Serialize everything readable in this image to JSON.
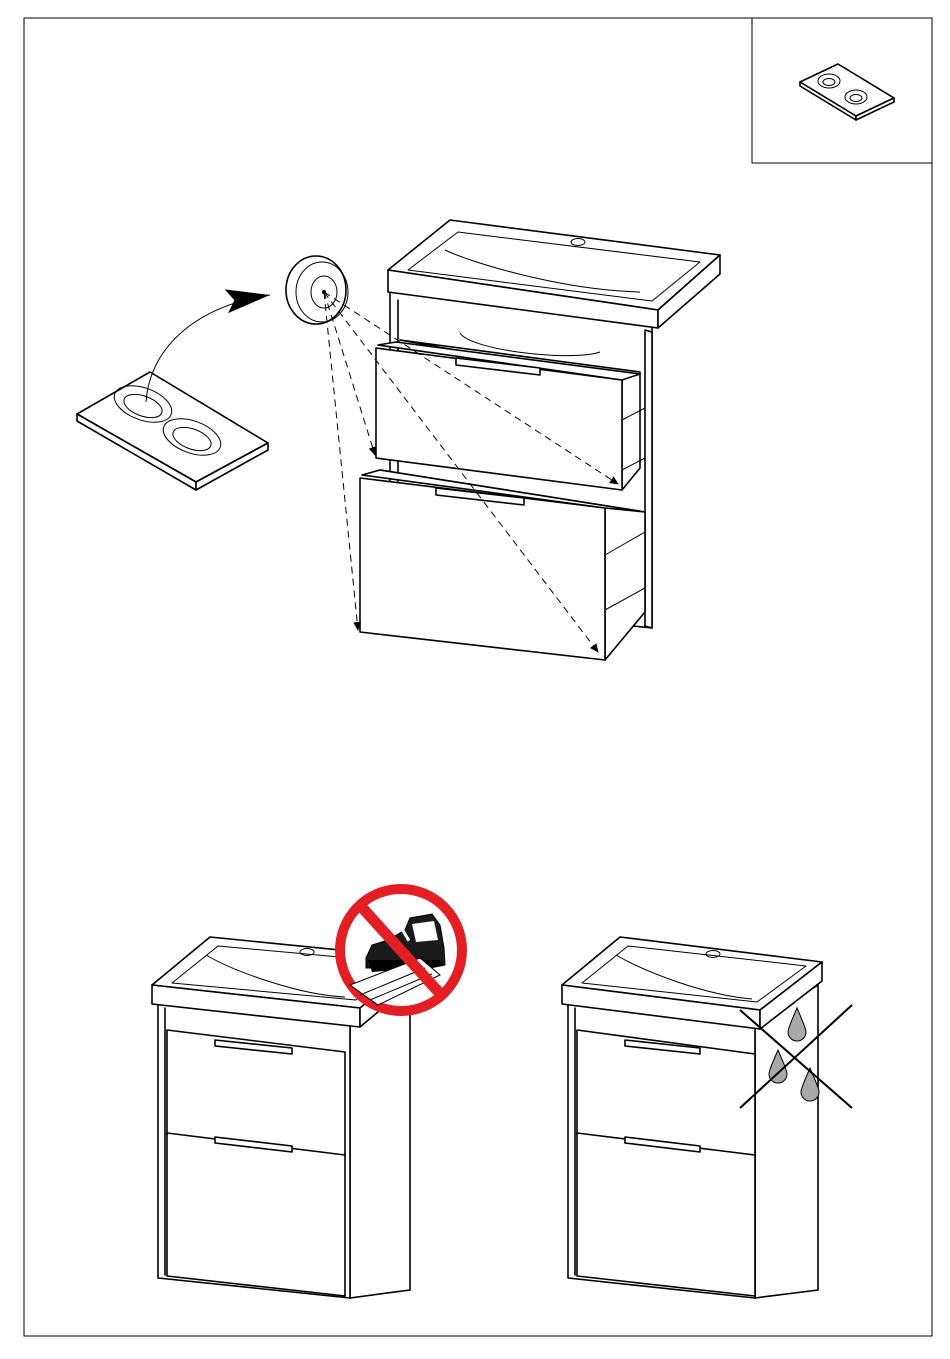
{
  "figure": {
    "kind": "assembly-instruction-sheet",
    "colors": {
      "line": "#000000",
      "background": "#ffffff",
      "prohibit": "#e31e24",
      "drop": "#a9a9a9"
    },
    "icons": [
      "bumper-pad-sheet-icon",
      "bumper-pad-icon",
      "vanity-unit-icon",
      "no-stepping-icon",
      "no-water-icon"
    ],
    "steps": [
      {
        "id": "attach-bumpers",
        "parts": [
          "bumper-pad-sheet"
        ]
      },
      {
        "id": "warnings",
        "items": [
          "do-not-step-on-basin",
          "keep-dry"
        ]
      }
    ]
  }
}
